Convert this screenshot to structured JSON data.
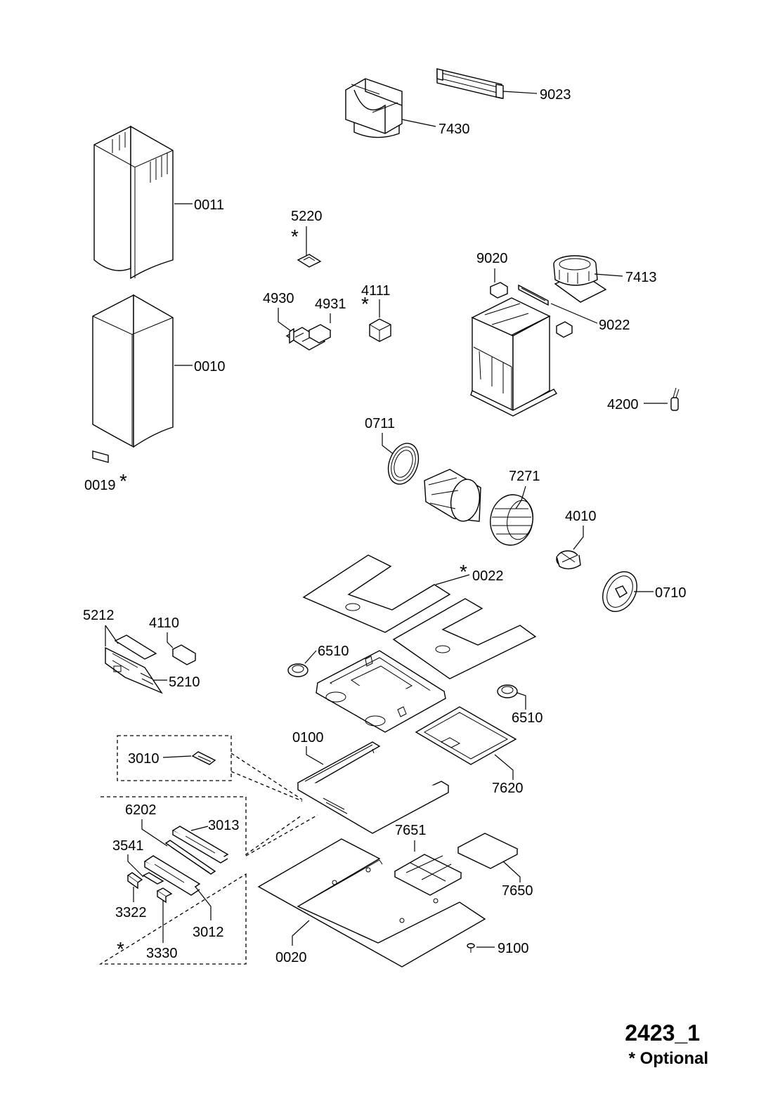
{
  "figure": {
    "id": "2423_1",
    "note": "* Optional",
    "optional_mark": "*"
  },
  "labels": {
    "p9023": "9023",
    "p7430": "7430",
    "p0011": "0011",
    "p5220": "5220",
    "p9020": "9020",
    "p7413": "7413",
    "p4930": "4930",
    "p4931": "4931",
    "p4111": "4111",
    "p9022": "9022",
    "p0010": "0010",
    "p4200": "4200",
    "p0711": "0711",
    "p0019": "0019",
    "p7271": "7271",
    "p4010": "4010",
    "p0022": "0022",
    "p0710": "0710",
    "p5212": "5212",
    "p4110": "4110",
    "p6510a": "6510",
    "p5210": "5210",
    "p6510b": "6510",
    "p0100": "0100",
    "p3010": "3010",
    "p7620": "7620",
    "p6202": "6202",
    "p3013": "3013",
    "p7651": "7651",
    "p3541": "3541",
    "p7650": "7650",
    "p3322": "3322",
    "p3012": "3012",
    "p3330": "3330",
    "p0020": "0020",
    "p9100": "9100"
  }
}
